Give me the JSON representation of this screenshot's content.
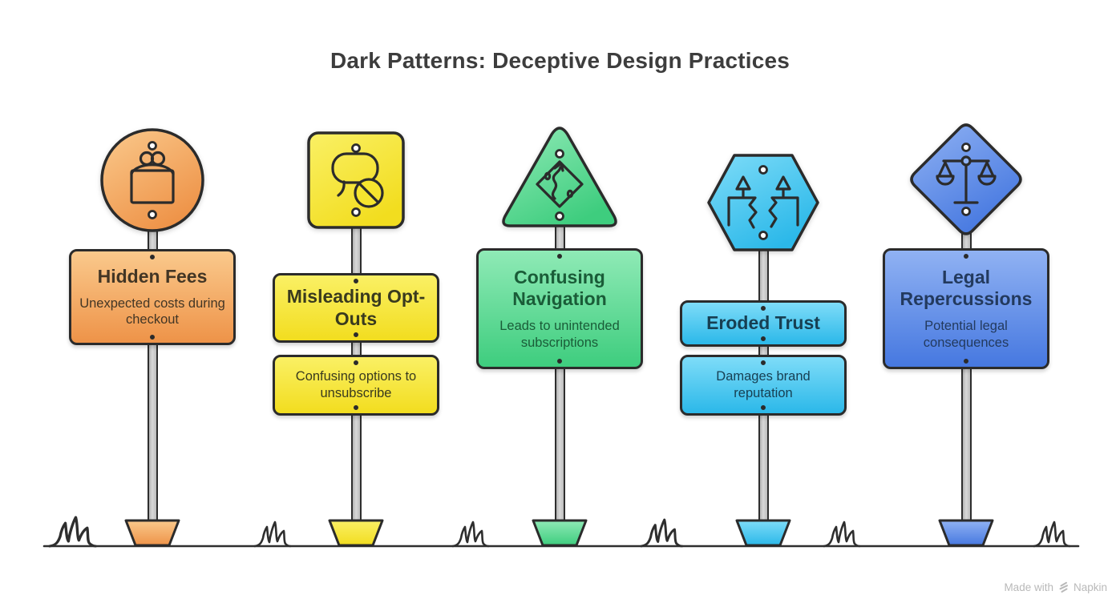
{
  "title": "Dark Patterns: Deceptive Design Practices",
  "watermark": {
    "text": "Made with",
    "brand": "Napkin",
    "logo_icon": "napkin-logo-icon",
    "color": "#b9b9b9"
  },
  "palette": {
    "outline": "#2b2b2b",
    "post_gray": "#c9c9c9",
    "title_text": "#3d3d3d",
    "ground": "#2e2e2e"
  },
  "signs": [
    {
      "name": "hidden-fees",
      "shape": "circle",
      "icon": "coin-purse-icon",
      "colors": {
        "light": "#fac98c",
        "mid": "#f5a55c",
        "dark": "#ee9348",
        "text": "#433625"
      },
      "boards": [
        {
          "title": "Hidden Fees",
          "subtitle": "Unexpected costs during checkout"
        }
      ]
    },
    {
      "name": "misleading-opt-outs",
      "shape": "rounded-square",
      "icon": "blocked-chat-icon",
      "colors": {
        "light": "#faf065",
        "mid": "#f6e52f",
        "dark": "#f2dd1f",
        "text": "#393a1e"
      },
      "boards": [
        {
          "title": "Misleading Opt-Outs"
        },
        {
          "subtitle": "Confusing options to unsubscribe"
        }
      ]
    },
    {
      "name": "confusing-navigation",
      "shape": "triangle",
      "icon": "winding-road-icon",
      "colors": {
        "light": "#8feab6",
        "mid": "#55d890",
        "dark": "#3ecd7e",
        "text": "#1a5c38"
      },
      "boards": [
        {
          "title": "Confusing Navigation",
          "subtitle": "Leads to unintended subscriptions"
        }
      ]
    },
    {
      "name": "eroded-trust",
      "shape": "hexagon",
      "icon": "broken-trust-icon",
      "colors": {
        "light": "#7edcf8",
        "mid": "#4fcbf2",
        "dark": "#2bb8e9",
        "text": "#173f52"
      },
      "boards": [
        {
          "title": "Eroded Trust"
        },
        {
          "subtitle": "Damages brand reputation"
        }
      ]
    },
    {
      "name": "legal-repercussions",
      "shape": "diamond",
      "icon": "justice-scales-icon",
      "colors": {
        "light": "#90b2f3",
        "mid": "#5f93e9",
        "dark": "#4678e0",
        "text": "#233a5e"
      },
      "boards": [
        {
          "title": "Legal Repercussions",
          "subtitle": "Potential legal consequences"
        }
      ]
    }
  ]
}
